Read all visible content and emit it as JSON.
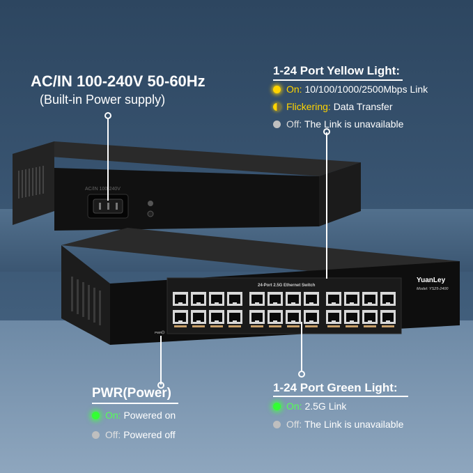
{
  "power_supply": {
    "title": "AC/IN 100-240V 50-60Hz",
    "subtitle": "(Built-in Power supply)",
    "socket_label": "AC/IN 100-240V"
  },
  "yellow_light": {
    "title": "1-24 Port Yellow Light:",
    "items": [
      {
        "state": "On:",
        "text": "10/100/1000/2500Mbps Link",
        "led": "yellow"
      },
      {
        "state": "Flickering:",
        "text": "Data Transfer",
        "led": "half"
      },
      {
        "state": "Off:",
        "text": "The Link is unavailable",
        "led": "gray"
      }
    ]
  },
  "pwr": {
    "title": "PWR(Power)",
    "panel_label": "PWR",
    "items": [
      {
        "state": "On:",
        "text": "Powered on",
        "led": "green"
      },
      {
        "state": "Off:",
        "text": "Powered off",
        "led": "gray"
      }
    ]
  },
  "green_light": {
    "title": "1-24 Port Green Light:",
    "items": [
      {
        "state": "On:",
        "text": "2.5G Link",
        "led": "green"
      },
      {
        "state": "Off:",
        "text": "The Link is unavailable",
        "led": "gray"
      }
    ]
  },
  "device": {
    "brand": "YuanLey",
    "model": "Model: YS25-2400",
    "panel_title": "24-Port 2.5G Ethernet Switch"
  },
  "colors": {
    "led_yellow": "#ffd400",
    "led_green": "#33ff33",
    "led_off": "#bfbfbf",
    "chassis": "#161616",
    "port_accent": "#c8a06a"
  }
}
